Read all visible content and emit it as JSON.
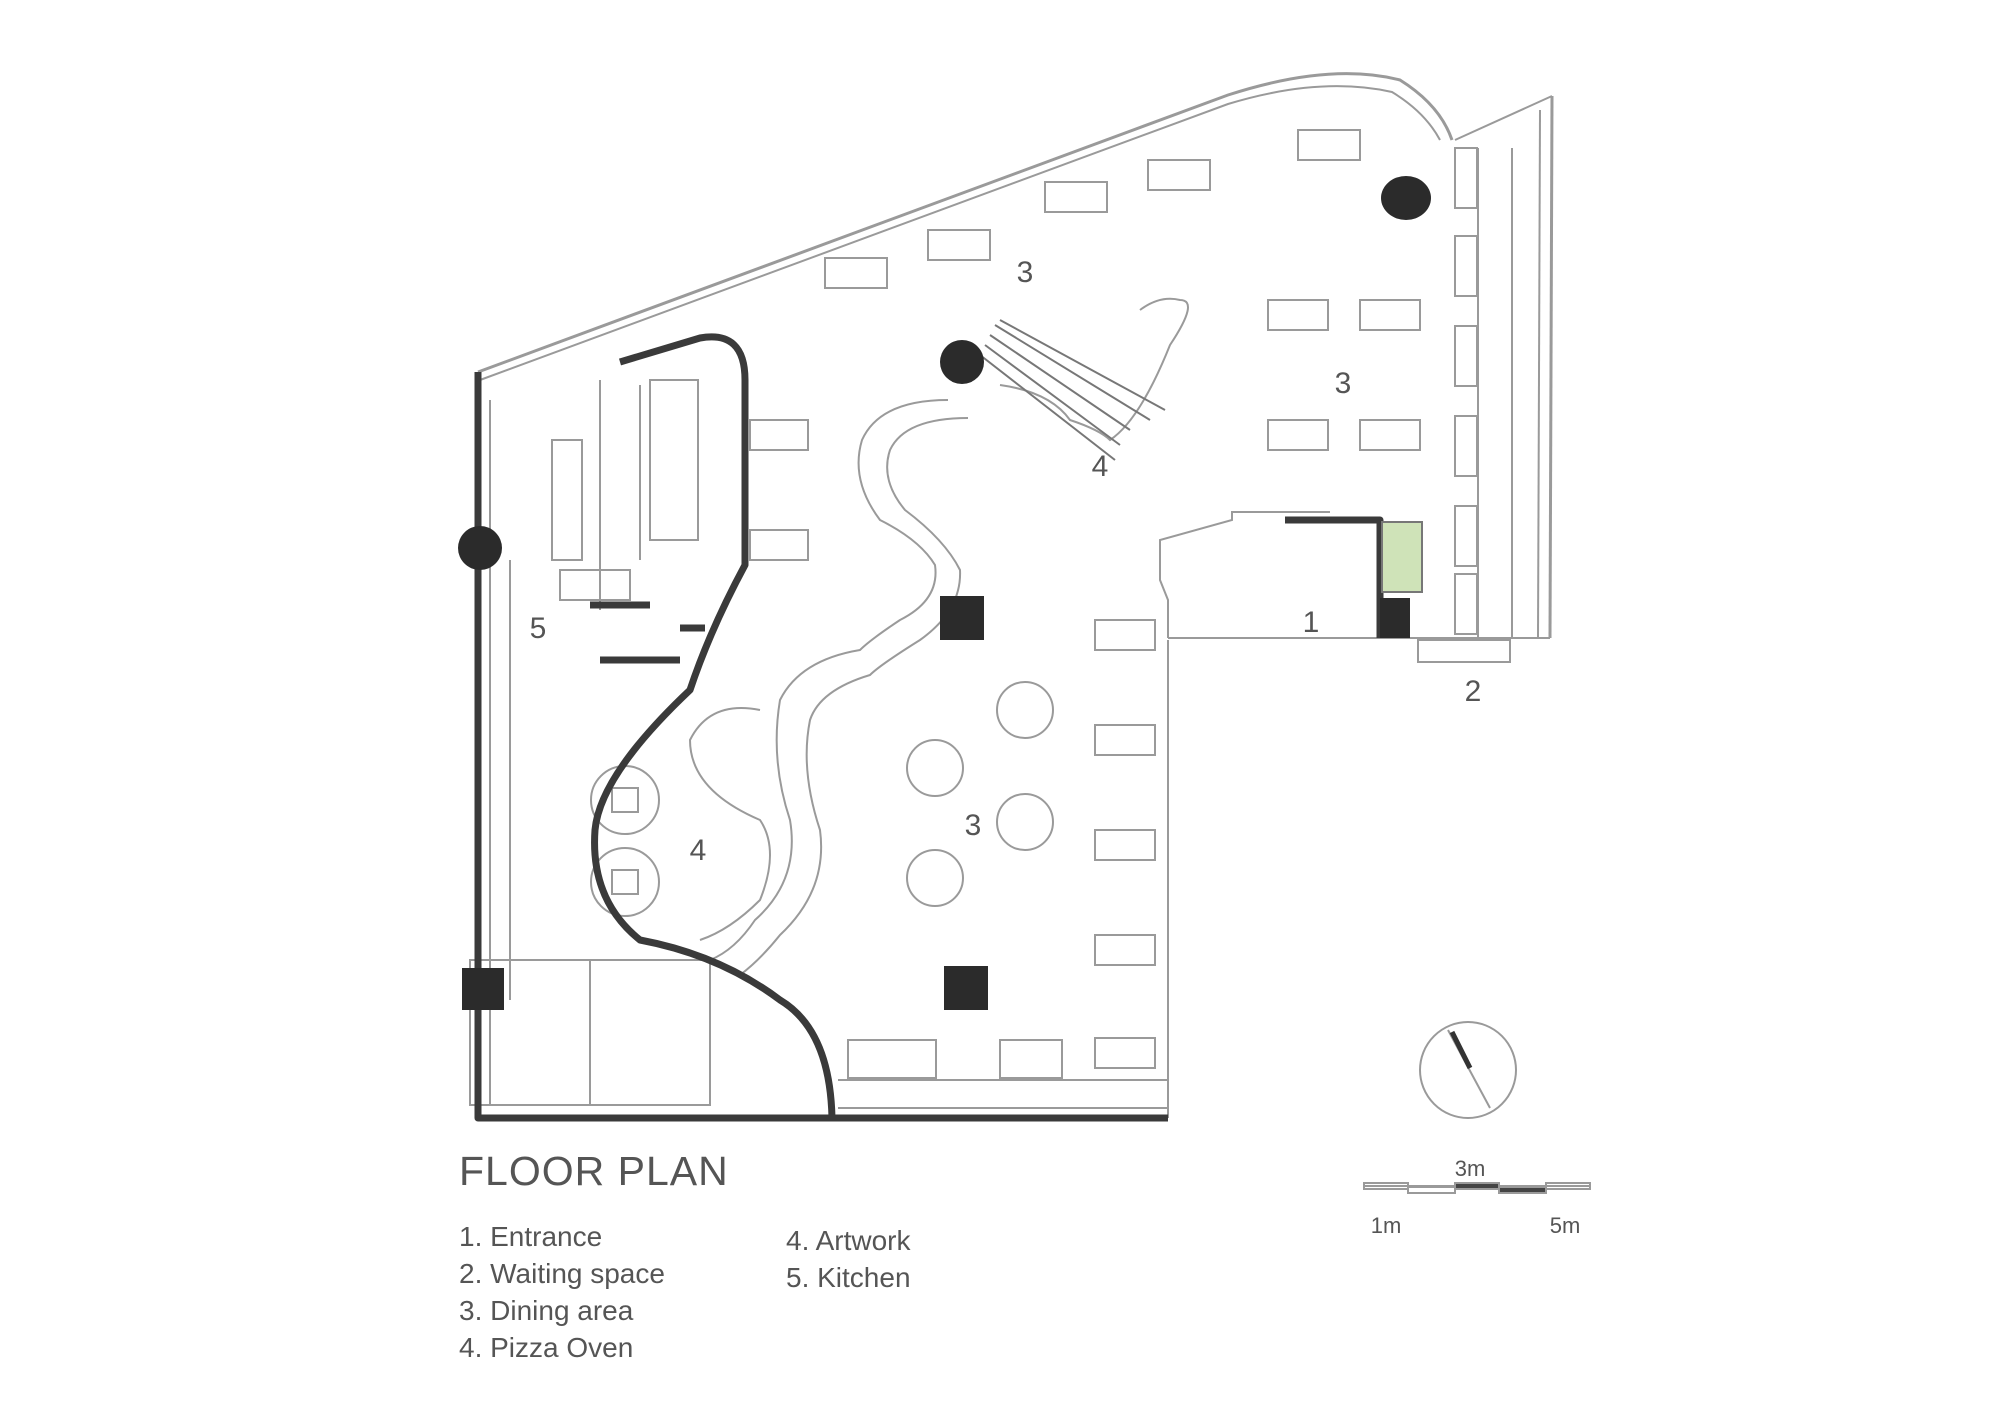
{
  "title": "FLOOR PLAN",
  "zone_labels": {
    "entrance": "1",
    "waiting": "2",
    "dining_top": "3",
    "dining_right": "3",
    "dining_center": "3",
    "artwork": "4",
    "pizza_oven": "4",
    "kitchen": "5"
  },
  "legend": {
    "col1": [
      "1. Entrance",
      "2. Waiting space",
      "3. Dining area",
      "4. Pizza Oven"
    ],
    "col2": [
      "4. Artwork",
      "5. Kitchen"
    ]
  },
  "scale": {
    "top_label": "3m",
    "left_label": "1m",
    "right_label": "5m"
  },
  "colors": {
    "wall": "#3a3a3a",
    "line": "#9a9a9a",
    "column": "#2b2b2b",
    "planter": "#cfe3b8"
  }
}
